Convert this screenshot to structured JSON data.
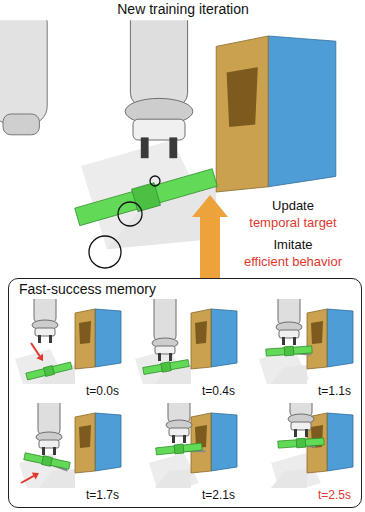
{
  "diagram": {
    "nodes": [
      {
        "text": [
          "New training iteration"
        ]
      },
      {
        "text": [
          "Fast-success memory"
        ]
      },
      {
        "text": [
          "t=0.0s"
        ],
        "in": 1
      },
      {
        "text": [
          "t=0.4s"
        ],
        "in": 1
      },
      {
        "text": [
          "t=1.1s"
        ],
        "in": 1
      },
      {
        "text": [
          "t=1.7s"
        ],
        "in": 1
      },
      {
        "text": [
          "t=2.1s"
        ],
        "in": 1
      },
      {
        "text": [
          "t=2.5s"
        ],
        "in": 1
      }
    ],
    "edges": [
      {
        "from": 1,
        "to": 0,
        "arrow": "to"
      }
    ],
    "labels": [
      "Update",
      "temporal target",
      "Imitate",
      "efficient behavior"
    ]
  }
}
